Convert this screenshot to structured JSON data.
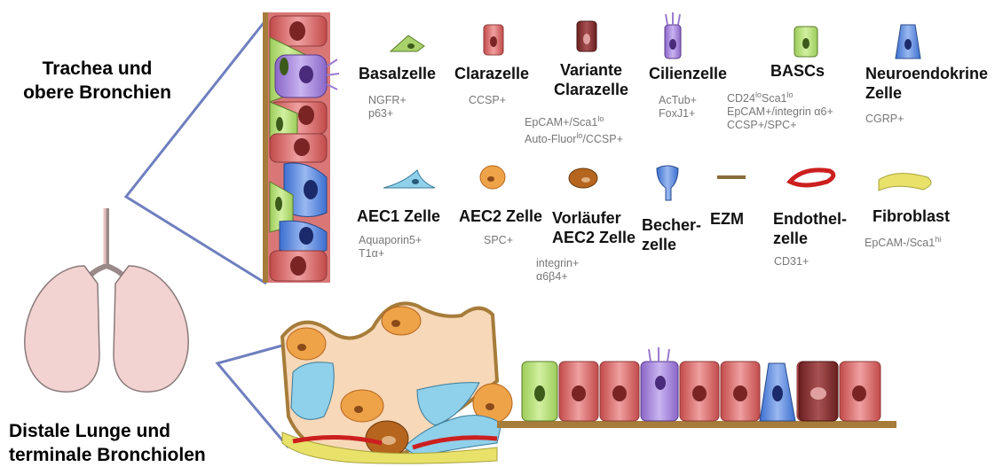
{
  "regions": {
    "trachea": "Trachea und\nobere Bronchien",
    "distal": "Distale Lunge und\nterminale Bronchiolen"
  },
  "cells": {
    "basal": {
      "name": "Basalzelle",
      "markers": "NGFR+\np63+"
    },
    "clara": {
      "name": "Clarazelle",
      "markers": "CCSP+"
    },
    "variant_clara": {
      "name": "Variante\nClarazelle",
      "markers_line1_a": "EpCAM+/Sca1",
      "markers_line1_sup": "lo",
      "markers_line2_a": "Auto-Fluor",
      "markers_line2_sup": "lo",
      "markers_line2_b": "/CCSP+"
    },
    "ciliated": {
      "name": "Cilienzelle",
      "markers": "AcTub+\nFoxJ1+"
    },
    "bascs": {
      "name": "BASCs",
      "m1a": "CD24",
      "m1sup": "lo",
      "m1b": "Sca1",
      "m1sup2": "lo",
      "m2": "EpCAM+/integrin α6+",
      "m3": "CCSP+/SPC+"
    },
    "neuro": {
      "name": "Neuroendokrine\nZelle",
      "markers": "CGRP+"
    },
    "aec1": {
      "name": "AEC1 Zelle",
      "markers": "Aquaporin5+\nT1α+"
    },
    "aec2": {
      "name": "AEC2 Zelle",
      "markers": "SPC+"
    },
    "precursor": {
      "name": "Vorläufer\nAEC2 Zelle",
      "markers": "integrin+\nα6β4+"
    },
    "goblet": {
      "name": "Becher-\nzelle"
    },
    "ecm": {
      "name": "EZM"
    },
    "endo": {
      "name": "Endothel-\nzelle",
      "markers": "CD31+"
    },
    "fibro": {
      "name": "Fibroblast",
      "markers_a": "EpCAM-/Sca1",
      "markers_sup": "hi"
    }
  },
  "colors": {
    "basal": "#a9d36a",
    "clara": "#d36b6b",
    "variant": "#7a2b2b",
    "ciliated": "#9a7ad1",
    "neuro": "#4f7fd6",
    "aec1": "#8fd0ea",
    "aec2": "#efa348",
    "precursor": "#b5651d",
    "endo": "#cc1f1f",
    "fibro": "#e8e26b",
    "ecm": "#8b6b3a",
    "lung": "#f1cfcf",
    "line": "#6f7fbf"
  }
}
